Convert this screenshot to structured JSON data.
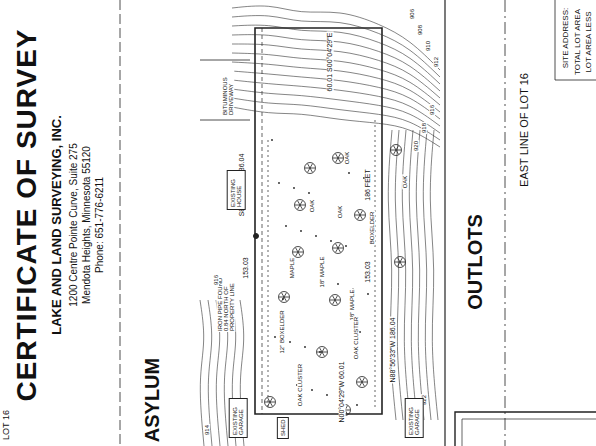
{
  "diagram": {
    "title": "CERTIFICATE OF SURVEY",
    "nodes": [
      {
        "text": [
          "EXISTING HOUSE"
        ]
      },
      {
        "text": [
          "EXISTING GARAGE"
        ]
      },
      {
        "text": [
          "EXISTING GARAGE"
        ]
      },
      {
        "text": [
          "SHED"
        ]
      }
    ],
    "labels": [
      "LAKE AND LAND SURVEYING, INC.",
      "1200 Centre Pointe Curve, Suite 275",
      "Mendota Heights, Minnesota 55120",
      "Phone: 651-776-6211",
      "SITE ADDRESS:",
      "TOTAL LOT AREA",
      "LOT AREA LESS",
      "EAST LINE OF LOT 16",
      "OUTLOTS",
      "ASYLUM",
      "LOT 16",
      "S88°56'33\"E 186.04",
      "N88°56'33\"W 186.04",
      "60.01 S00°04'29\"E",
      "N00°04'29\"W 60.01",
      "153.03",
      "153.03",
      "186 FEET",
      "IRON PIPE FOUND 0.84 NORTH OF PROPERTY LINE",
      "BITUMINOUS DRIVEWAY",
      "OAK",
      "OAK",
      "MAPLE",
      "18\" MAPLE",
      "18\" MAPLE",
      "12\" BOXELDER",
      "OAK CLUSTER",
      "OAK CLUSTER",
      "BOXELDER",
      "OAK",
      "OAK",
      "906",
      "908",
      "910",
      "912",
      "916",
      "918",
      "920",
      "922",
      "914",
      "916"
    ]
  }
}
